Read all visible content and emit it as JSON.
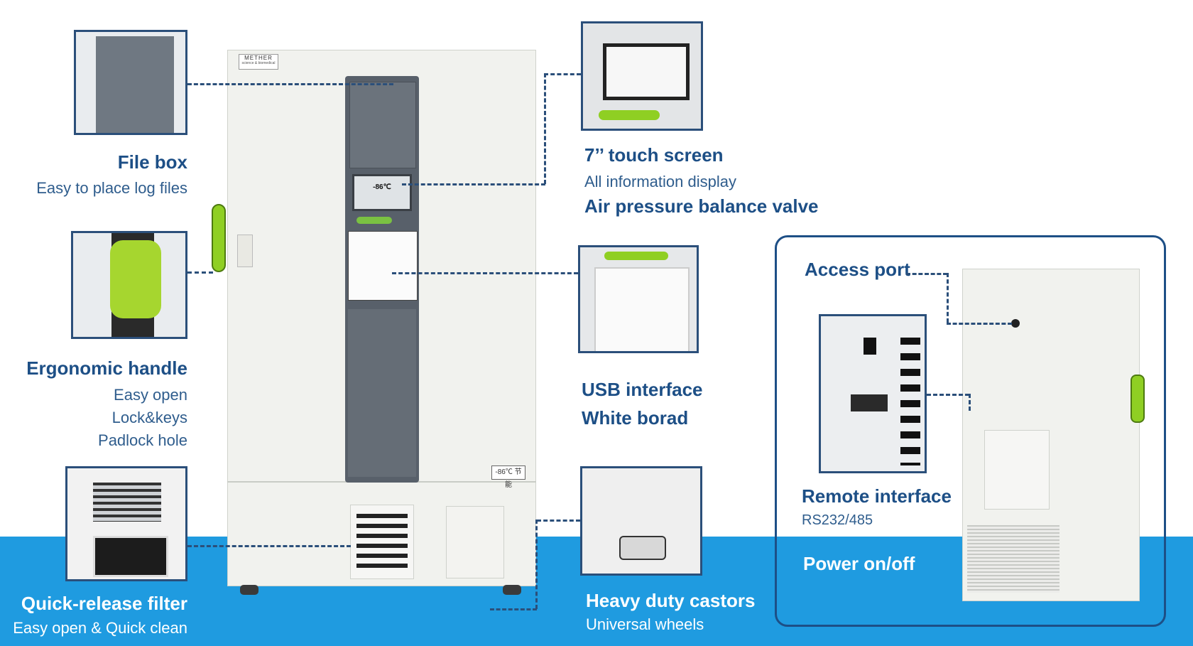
{
  "brand": {
    "name": "METHER",
    "tagline": "science & biomedical"
  },
  "features": {
    "file_box": {
      "title": "File box",
      "sub": "Easy to place log files"
    },
    "ergonomic_handle": {
      "title": "Ergonomic handle",
      "sub1": "Easy open",
      "sub2": "Lock&keys",
      "sub3": "Padlock hole"
    },
    "quick_release_filter": {
      "title": "Quick-release filter",
      "sub": "Easy open & Quick clean"
    },
    "touch_screen": {
      "title": "7’’ touch screen",
      "sub": "All information display",
      "title2": "Air pressure balance valve"
    },
    "usb_whiteboard": {
      "title1": "USB interface",
      "title2": "White borad"
    },
    "castors": {
      "title": "Heavy duty castors",
      "sub": "Universal wheels"
    },
    "access_port": {
      "title": "Access port"
    },
    "remote_interface": {
      "title": "Remote interface",
      "sub": "RS232/485"
    },
    "power": {
      "title": "Power on/off"
    }
  },
  "display": {
    "temperature": "-86℃"
  },
  "badge": {
    "label": "-86℃ 节能"
  },
  "colors": {
    "accent_blue": "#1f9be0",
    "text_navy": "#1d4f86",
    "handle_green": "#8fcf23",
    "panel_gray": "#58606a"
  }
}
